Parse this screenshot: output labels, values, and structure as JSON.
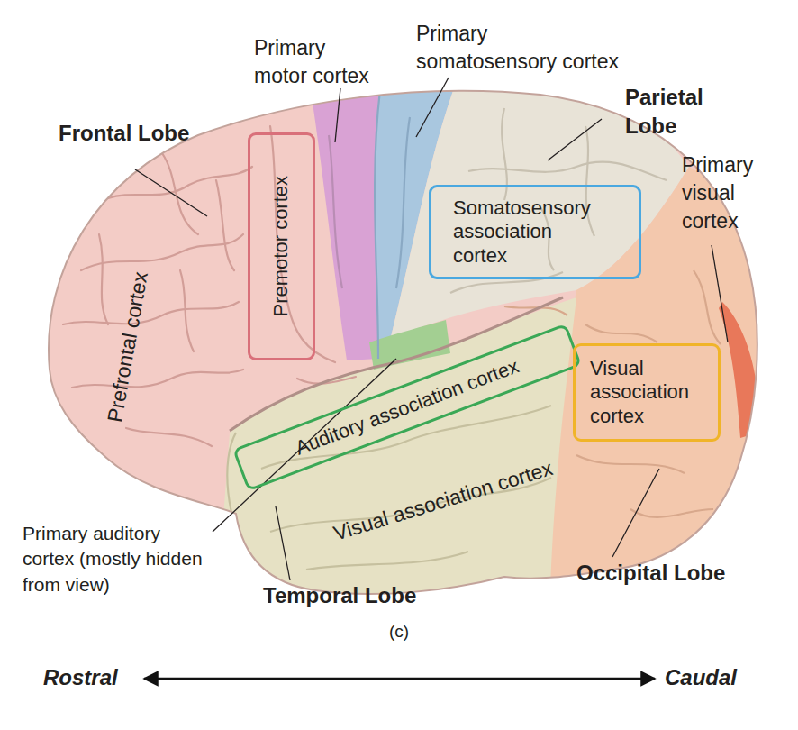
{
  "diagram": {
    "nodes": [
      {
        "text": [
          "Premotor cortex"
        ]
      },
      {
        "text": [
          "Somatosensory association cortex"
        ]
      },
      {
        "text": [
          "Auditory association cortex"
        ]
      },
      {
        "text": [
          "Visual association cortex"
        ]
      }
    ],
    "labels": [
      "Primary motor cortex",
      "Primary somatosensory cortex",
      "Frontal Lobe",
      "Parietal Lobe",
      "Primary visual cortex",
      "Prefrontal cortex",
      "Primary auditory cortex (mostly hidden from view)",
      "Visual association cortex",
      "Temporal Lobe",
      "Occipital Lobe",
      "(c)",
      "Rostral",
      "Caudal"
    ]
  }
}
